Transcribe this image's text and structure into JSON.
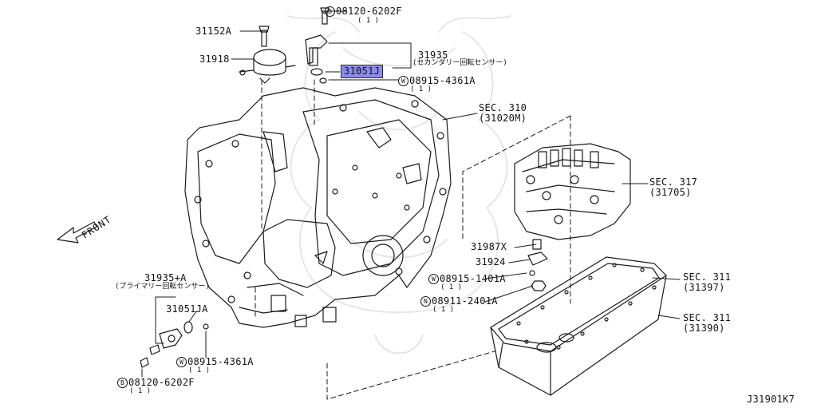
{
  "diagram_id": "J31901K7",
  "front_label": "FRONT",
  "parts": {
    "bolt_top": {
      "code": "08120-6202F",
      "marker": "B",
      "qty": "( 1 )"
    },
    "bolt_31152A": {
      "code": "31152A"
    },
    "part_31918": {
      "code": "31918"
    },
    "sensor_secondary": {
      "code": "31935",
      "desc": "(セカンダリー回転センサー)"
    },
    "oring_highlight": {
      "code": "31051J"
    },
    "washer_top": {
      "code": "08915-4361A",
      "marker": "W",
      "qty": "( 1 )"
    },
    "sec310": {
      "code": "SEC. 310",
      "ref": "(31020M)"
    },
    "sec317": {
      "code": "SEC. 317",
      "ref": "(31705)"
    },
    "part_31987X": {
      "code": "31987X"
    },
    "part_31924": {
      "code": "31924"
    },
    "washer_mid": {
      "code": "08915-1401A",
      "marker": "W",
      "qty": "( 1 )"
    },
    "nut_mid": {
      "code": "08911-2401A",
      "marker": "N",
      "qty": "( 1 )"
    },
    "sec311a": {
      "code": "SEC. 311",
      "ref": "(31397)"
    },
    "sec311b": {
      "code": "SEC. 311",
      "ref": "(31390)"
    },
    "sensor_primary": {
      "code": "31935+A",
      "desc": "(プライマリー回転センサー)"
    },
    "oring_lower": {
      "code": "31051JA"
    },
    "washer_bottom": {
      "code": "08915-4361A",
      "marker": "W",
      "qty": "( 1 )"
    },
    "bolt_bottom": {
      "code": "08120-6202F",
      "marker": "B",
      "qty": "( 1 )"
    }
  },
  "colors": {
    "line": "#1a1a1a",
    "highlight": "#8c8cf0",
    "watermark": "#ececec"
  }
}
